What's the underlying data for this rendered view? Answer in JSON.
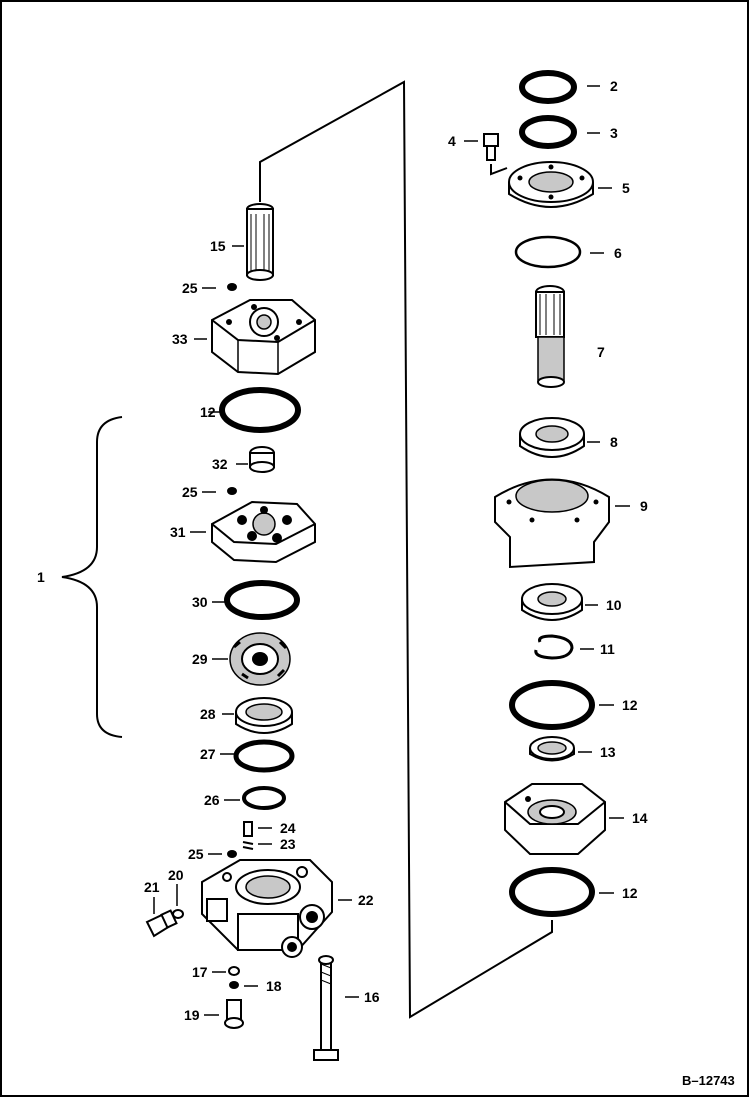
{
  "figure_id": "B–12743",
  "labels": {
    "p1": "1",
    "p2": "2",
    "p3": "3",
    "p4": "4",
    "p5": "5",
    "p6": "6",
    "p7": "7",
    "p8": "8",
    "p9": "9",
    "p10": "10",
    "p11": "11",
    "p12a": "12",
    "p12b": "12",
    "p12c": "12",
    "p13": "13",
    "p14": "14",
    "p15": "15",
    "p16": "16",
    "p17": "17",
    "p18": "18",
    "p19": "19",
    "p20": "20",
    "p21": "21",
    "p22": "22",
    "p23": "23",
    "p24": "24",
    "p25a": "25",
    "p25b": "25",
    "p25c": "25",
    "p26": "26",
    "p27": "27",
    "p28": "28",
    "p29": "29",
    "p30": "30",
    "p31": "31",
    "p32": "32",
    "p33": "33"
  }
}
